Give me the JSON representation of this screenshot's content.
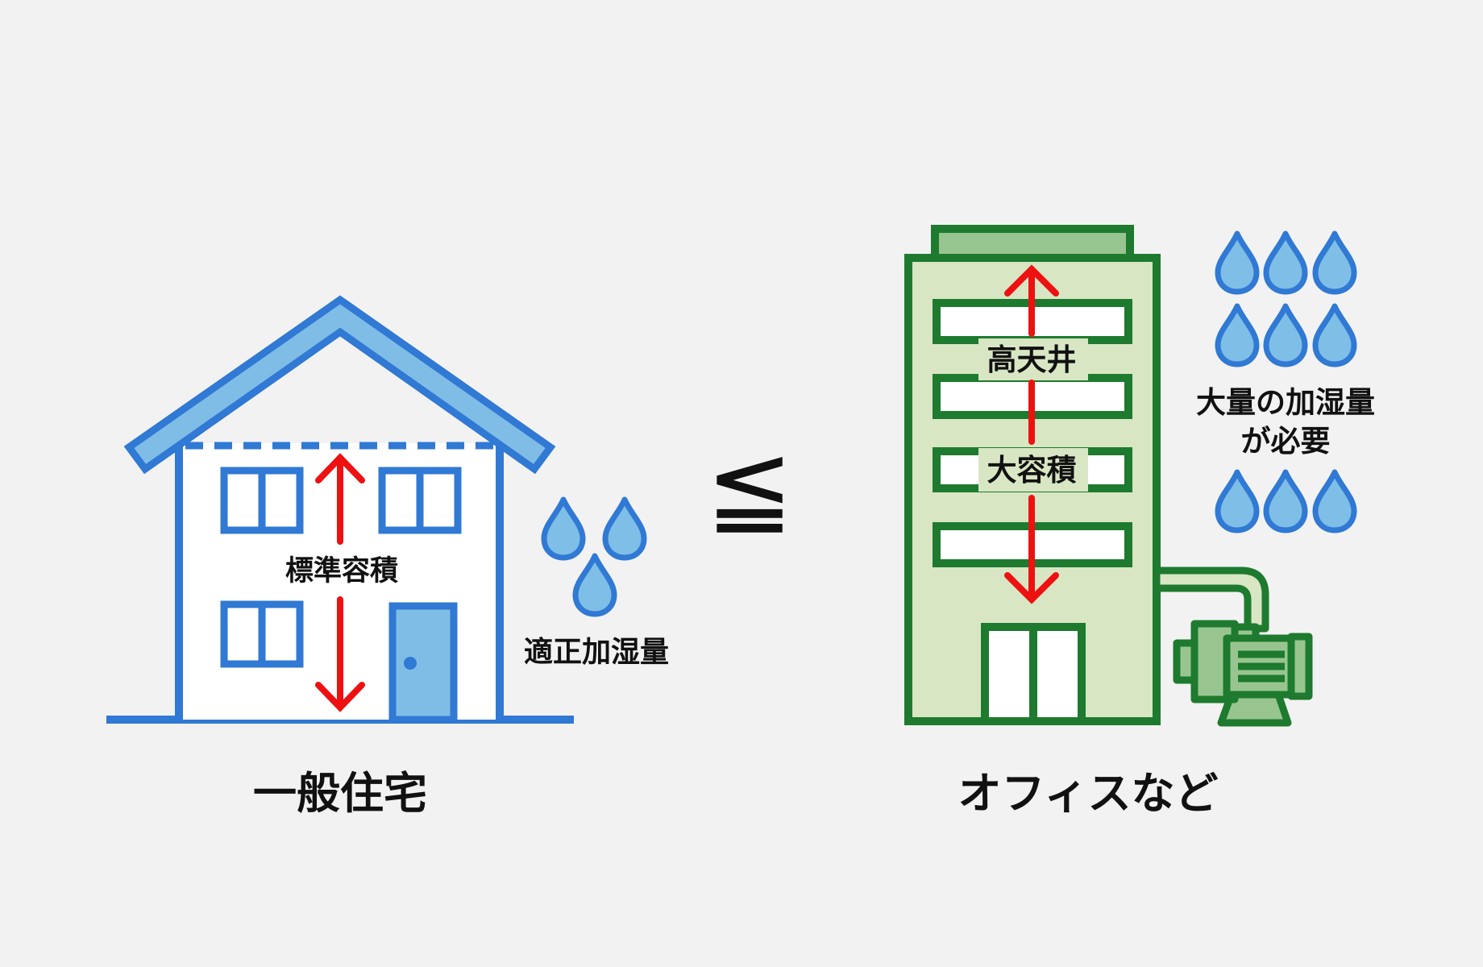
{
  "colors": {
    "background": "#f2f2f2",
    "house_stroke": "#3079d4",
    "house_fill": "#80bde6",
    "house_wall": "#ffffff",
    "building_stroke": "#1e7a2e",
    "building_fill": "#d8e6c3",
    "building_roof": "#98c58f",
    "arrow": "#ee1111",
    "drop_fill": "#7fbee6",
    "drop_stroke": "#3079d4",
    "text": "#111111"
  },
  "icons": [
    "water-drop-icon",
    "pump-icon",
    "door-knob-icon"
  ],
  "house": {
    "caption": "一般住宅",
    "volume_label": "標準容積",
    "humidity_label": "適正加湿量"
  },
  "relation": {
    "symbol": "≦"
  },
  "office": {
    "caption": "オフィスなど",
    "ceiling_label": "高天井",
    "volume_label": "大容積",
    "humidity_label_line1": "大量の加湿量",
    "humidity_label_line2": "が必要"
  }
}
